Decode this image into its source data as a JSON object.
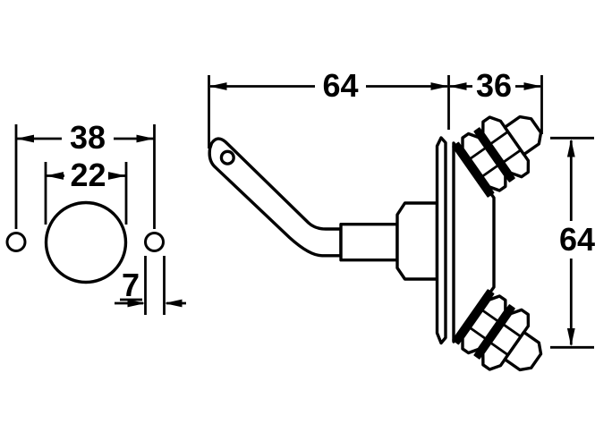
{
  "drawing": {
    "background_color": "#ffffff",
    "line_color": "#000000",
    "front_view": {
      "hole_spacing_label": "38",
      "main_hole_diameter_label": "22",
      "small_hole_diameter_label": "7",
      "small_hole_label_underlined": true
    },
    "side_view": {
      "lever_reach_label": "64",
      "body_depth_label": "36",
      "terminal_spacing_label": "64"
    }
  }
}
